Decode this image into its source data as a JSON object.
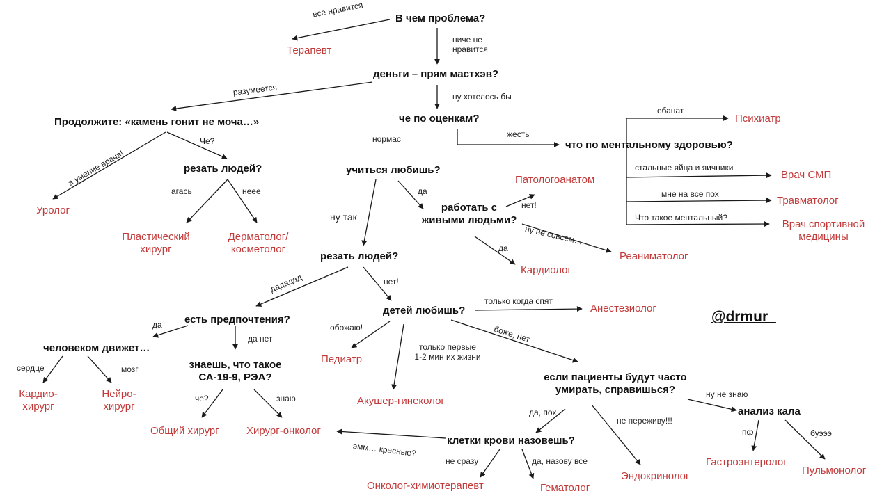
{
  "colors": {
    "question": "#111111",
    "result": "#c33a3a",
    "label": "#222222",
    "edge": "#1a1a1a"
  },
  "author_tag": "@drmur_",
  "questions": {
    "root": "В чем проблема?",
    "money": "деньги – прям мастхэв?",
    "grades": "че по оценкам?",
    "continue": "Продолжите: «камень гонит не моча…»",
    "mental": "что по ментальному здоровью?",
    "cut1": "резать людей?",
    "study": "учиться любишь?",
    "living": "работать с\nживыми людьми?",
    "cut2": "резать людей?",
    "pref": "есть предпочтения?",
    "children": "детей любишь?",
    "drives": "человеком движет…",
    "ca": "знаешь, что такое\nСА-19-9, РЭА?",
    "dying": "если пациенты будут часто\nумирать, справишься?",
    "stool": "анализ кала",
    "blood": "клетки крови назовешь?"
  },
  "results": {
    "therapist": "Терапевт",
    "psychiatrist": "Психиатр",
    "pathologist": "Патологоанатом",
    "sexologist": "Врач СМП",
    "traumatologist": "Травматолог",
    "sports": "Врач спортивной\nмедицины",
    "urologist": "Уролог",
    "plastic": "Пластический\nхирург",
    "dermatologist": "Дерматолог/\nкосметолог",
    "cardiologist": "Кардиолог",
    "reanimatologist": "Реаниматолог",
    "anesthesiologist": "Анестезиолог",
    "pediatrician": "Педиатр",
    "obstetrician": "Акушер-гинеколог",
    "cardiosurgeon": "Кардио-\nхирург",
    "neurosurgeon": "Нейро-\nхирург",
    "general_surgeon": "Общий хирург",
    "onco_surgeon": "Хирург-онколог",
    "chemo": "Онколог-химиотерапевт",
    "hematologist": "Гематолог",
    "endocrinologist": "Эндокринолог",
    "gastro": "Гастроэнтеролог",
    "pulmonologist": "Пульмонолог"
  },
  "labels": {
    "likes_all": "все нравится",
    "dislikes": "ниче не\nнравится",
    "of_course": "разумеется",
    "would_like": "ну хотелось бы",
    "normal": "нормас",
    "awful": "жесть",
    "fucked": "ебанат",
    "steel": "стальные яйца и яичники",
    "dont_care": "мне на все пох",
    "what_mental": "Что такое ментальный?",
    "che": "Че?",
    "skill": "а умение врача!",
    "uh_huh": "агась",
    "nooo": "неее",
    "yes1": "да",
    "no_excl": "нет!",
    "not_really": "ну не совсем…",
    "yes2": "да",
    "so_so": "ну так",
    "dadadad": "дададад",
    "no2": "нет!",
    "only_sleep": "только когда спят",
    "adore": "обожаю!",
    "first_minutes": "только первые\n1-2 мин их жизни",
    "god_no": "боже, нет",
    "yes3": "да",
    "yes_no": "да нет",
    "heart": "сердце",
    "brain": "мозг",
    "che2": "че?",
    "know": "знаю",
    "dunno": "ну не знаю",
    "yes_whatever": "да, пох",
    "wont_worry": "не переживу!!!",
    "pf": "пф",
    "yuck": "буэээ",
    "umm_red": "эмм… красные?",
    "not_at_once": "не сразу",
    "yes_name": "да, назову все"
  }
}
